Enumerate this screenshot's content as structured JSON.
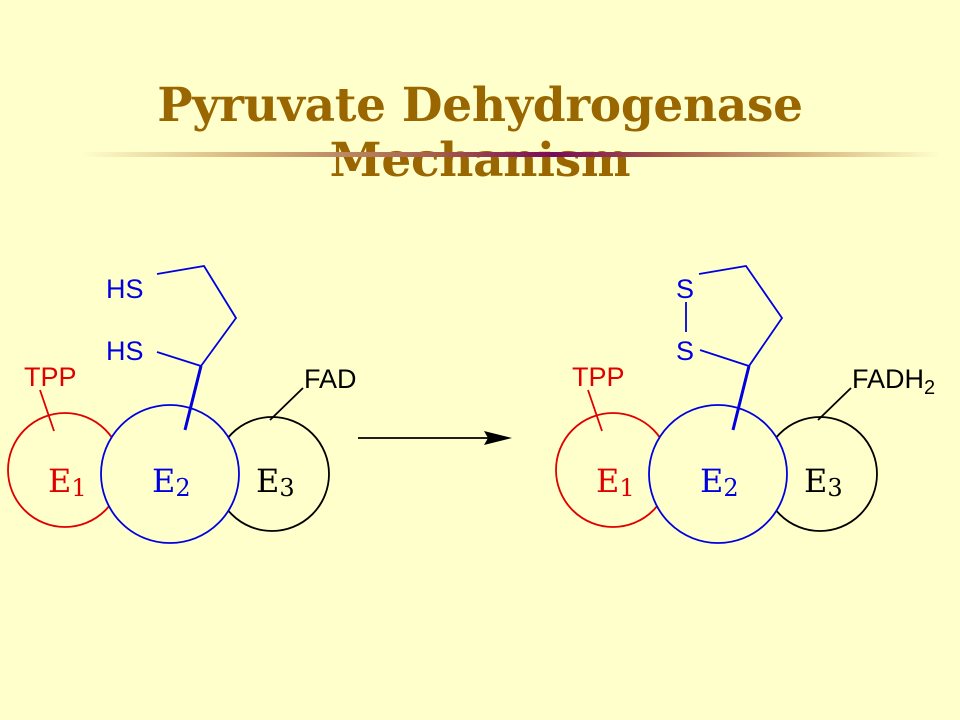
{
  "title": "Pyruvate Dehydrogenase Mechanism",
  "colors": {
    "background": "#ffffcc",
    "title": "#996600",
    "e1": "#e00000",
    "e2": "#0000e0",
    "e3": "#000000"
  },
  "left": {
    "e1": "E",
    "e1_sub": "1",
    "e2": "E",
    "e2_sub": "2",
    "e3": "E",
    "e3_sub": "3",
    "tpp": "TPP",
    "fad": "FAD",
    "hs_top": "HS",
    "hs_bottom": "HS"
  },
  "right": {
    "e1": "E",
    "e1_sub": "1",
    "e2": "E",
    "e2_sub": "2",
    "e3": "E",
    "e3_sub": "3",
    "tpp": "TPP",
    "fadh": "FADH",
    "fadh_sub": "2",
    "s_top": "S",
    "s_bottom": "S"
  }
}
